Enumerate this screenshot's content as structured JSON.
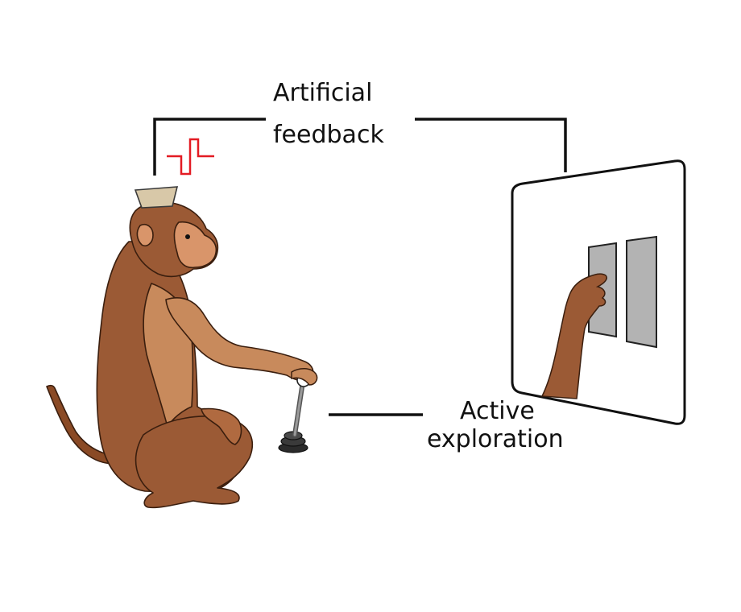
{
  "labels": {
    "feedback_line1": "Artificial",
    "feedback_line2": "feedback",
    "exploration_line1": "Active",
    "exploration_line2": "exploration"
  },
  "icons": {
    "stimulation_pulse": "biphasic-pulse-icon",
    "implant": "head-implant-icon",
    "joystick": "joystick-icon",
    "monitor": "screen-icon"
  },
  "colors": {
    "pulse": "#e31b23",
    "fur_dark": "#9b5a35",
    "fur_light": "#c88a5c",
    "face": "#d9956a",
    "implant": "#d8c8a8",
    "bar": "#b3b3b3",
    "line": "#111111"
  }
}
